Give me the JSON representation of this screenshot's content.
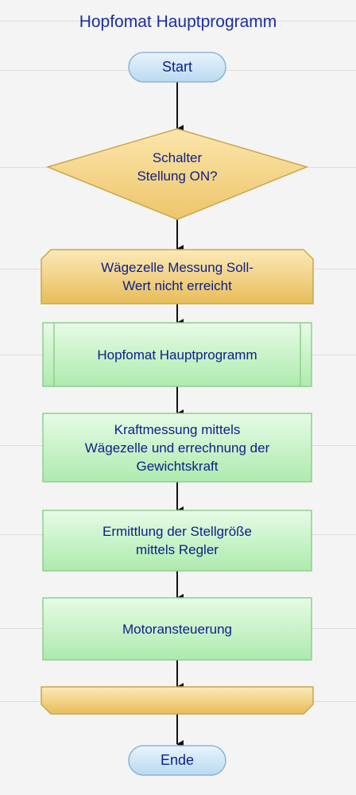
{
  "title": "Hopfomat Hauptprogramm",
  "nodes": {
    "start": "Start",
    "decision": [
      "Schalter",
      "Stellung ON?"
    ],
    "loop_start": [
      "Wägezelle Messung Soll-",
      "Wert nicht erreicht"
    ],
    "subprocess": "Hopfomat Hauptprogramm",
    "process_1": [
      "Kraftmessung mittels",
      "Wägezelle und errechnung der",
      "Gewichtskraft"
    ],
    "process_2": [
      "Ermittlung der Stellgröße",
      "mittels Regler"
    ],
    "process_3": "Motoransteuerung",
    "end": "Ende"
  },
  "colors": {
    "terminal_fill": "#cfe6f6",
    "terminal_stroke": "#8db3d6",
    "decision_fill": "#f5d98e",
    "decision_stroke": "#c9a64a",
    "process_fill": "#c6f2c6",
    "process_stroke": "#8ecf8e",
    "text": "#0b1f8a",
    "title": "#1a2fa0"
  }
}
